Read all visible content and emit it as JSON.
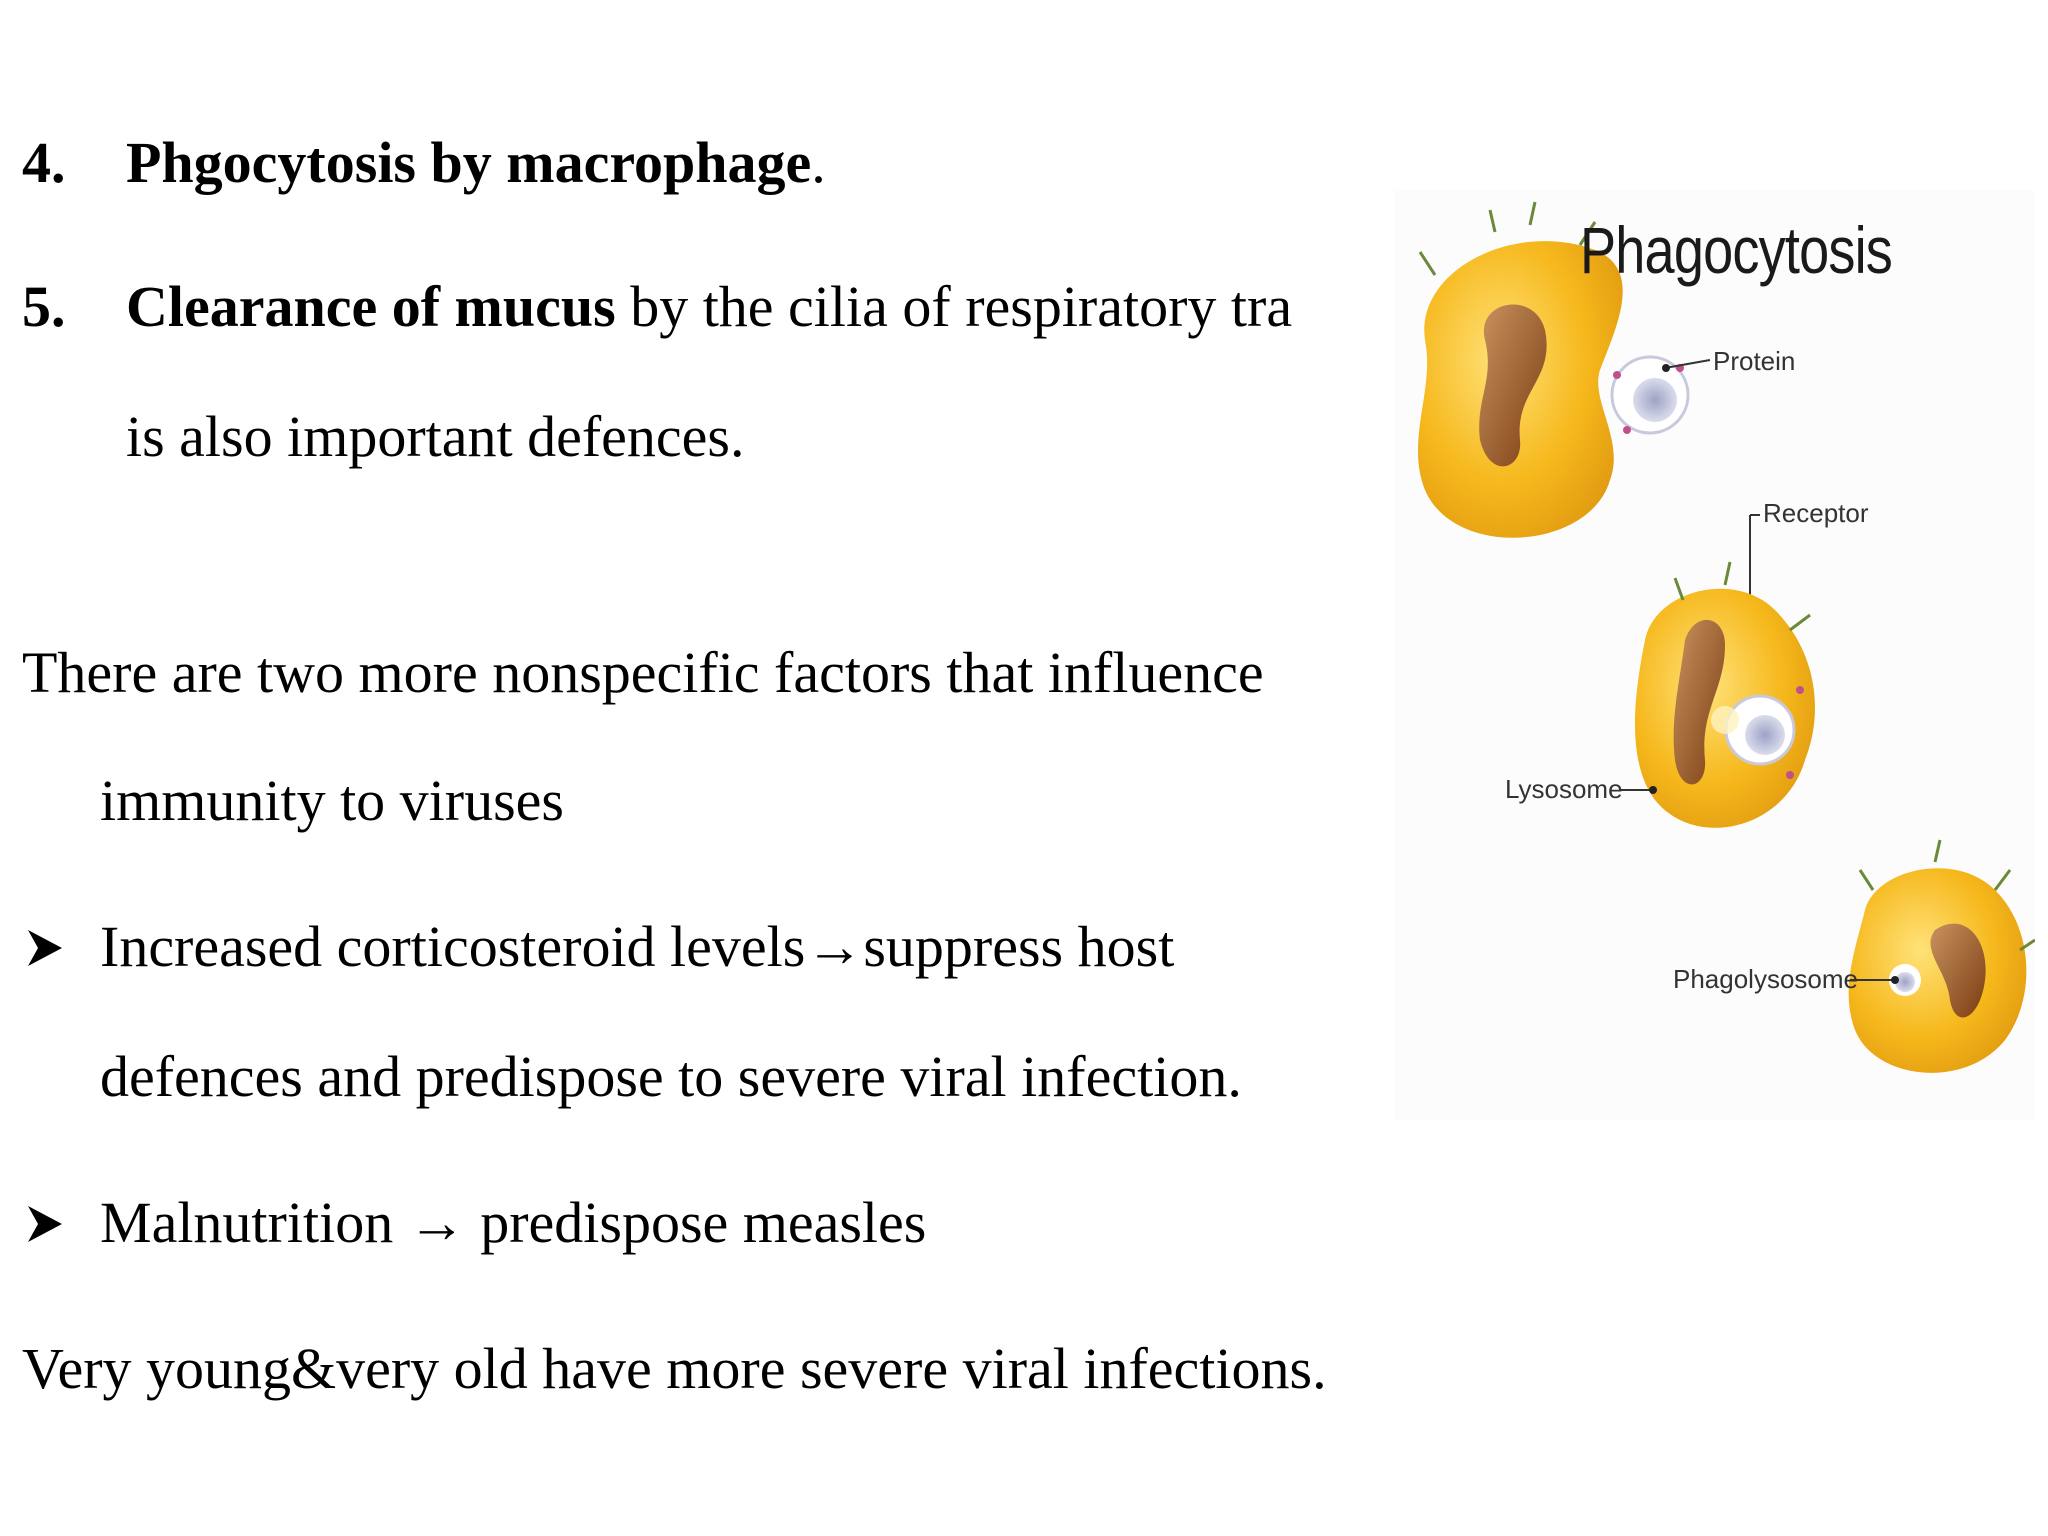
{
  "items": [
    {
      "num": "4.",
      "bold": "Phgocytosis by macrophage",
      "rest": "."
    },
    {
      "num": "5.",
      "bold": "Clearance of mucus",
      "rest": " by the cilia of respiratory tra",
      "cont": "is also important defences."
    }
  ],
  "para1": {
    "line1": "There are two more nonspecific factors that influence",
    "line2": "immunity to viruses"
  },
  "bullets": [
    {
      "line1": "Increased corticosteroid levels→suppress host",
      "line2": "defences and predispose to severe viral infection."
    },
    {
      "line1": "Malnutrition → predispose measles"
    }
  ],
  "closing": "Very young&very old have more severe viral infections.",
  "figure": {
    "title": "Phagocytosis",
    "labels": {
      "protein": "Protein",
      "receptor": "Receptor",
      "lysosome": "Lysosome",
      "phagolysosome": "Phagolysosome"
    }
  },
  "colors": {
    "cell": "#f6b81c",
    "nucleus": "#a0521b",
    "particle": "#b9bcd8"
  }
}
